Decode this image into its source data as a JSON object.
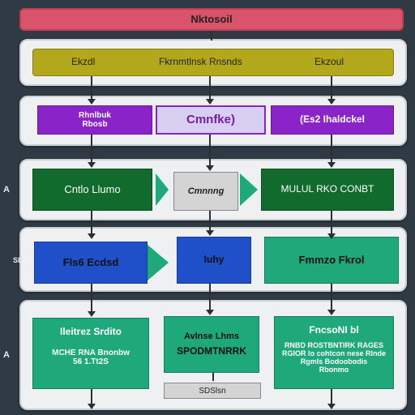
{
  "title": "Nktosoil",
  "layer1": {
    "left": "Ekzdl",
    "center": "Fkrnmtlnsk Rnsnds",
    "right": "Ekzoul"
  },
  "layer2": {
    "left_line1": "Rhnlbuk",
    "left_line2": "Rbosb",
    "center": "Cmnfke)",
    "right": "(Es2 Ihaldckel"
  },
  "layer3": {
    "left": "Cntlo Llumo",
    "center": "Cmnnng",
    "right": "MULUL RKO CONBT"
  },
  "layer4": {
    "left": "Fls6 Ecdsd",
    "center": "Iuhy",
    "right": "Fmmzo Fkrol"
  },
  "layer5": {
    "left_title": "Ileitrez Srdito",
    "left_body1": "MCHE RNA Bnonbw",
    "left_body2": "56 1.Tt2S",
    "center_title": "Avlnse  Lhms",
    "center_body": "SPODMTNRRK",
    "center_bottom": "SDSlsn",
    "right_title": "FncsoNI bl",
    "right_body1": "RNBD ROSTBNTIRK RAGES",
    "right_body2": "RGIOR lo cohtcon nese Rlnde",
    "right_body3": "Rgmls Bodoobodis",
    "right_body4": "Rbonmo"
  },
  "side": {
    "a": "A",
    "b": "Sb",
    "c": "A"
  },
  "colors": {
    "title_bar": "#d9546a",
    "olive": "#b3a81b",
    "purple": "#8a24c9",
    "dark_green": "#116b2c",
    "blue": "#1f4fc9",
    "teal": "#1fa87a"
  }
}
